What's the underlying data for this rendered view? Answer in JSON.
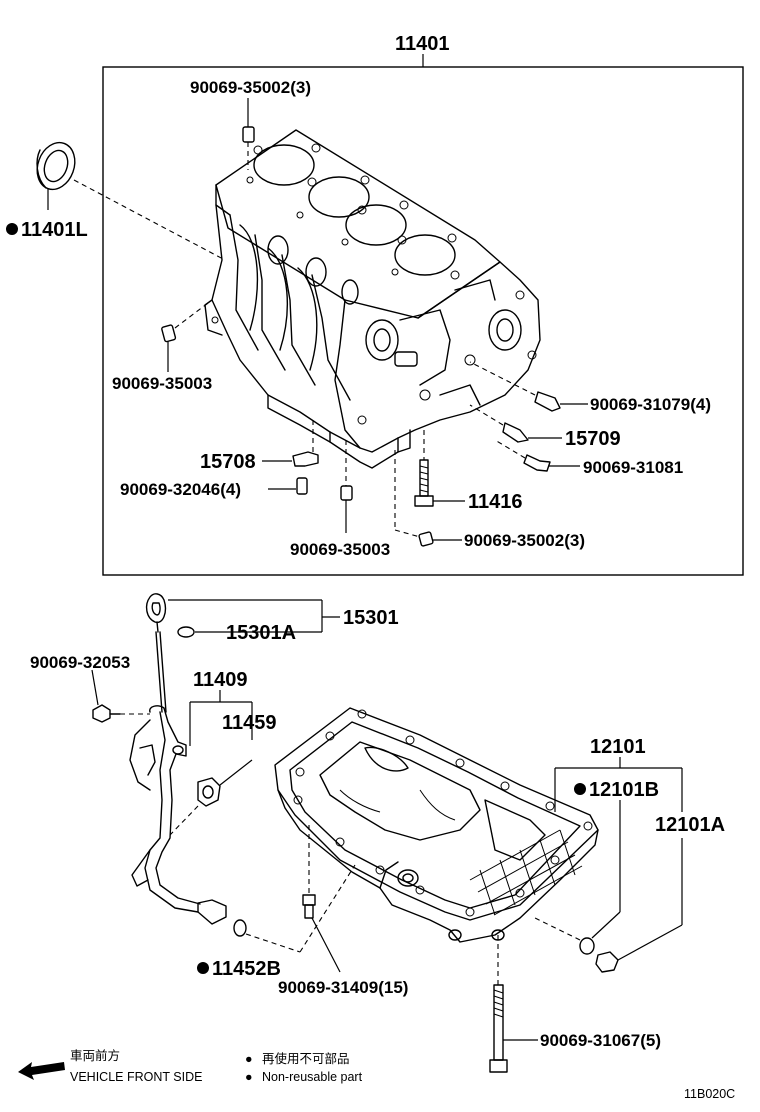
{
  "assembly": {
    "main_number": "11401",
    "parts": {
      "p_90069_35002_top": "90069-35002(3)",
      "p_11401L": "11401L",
      "p_90069_35003_left": "90069-35003",
      "p_90069_31079": "90069-31079(4)",
      "p_15709": "15709",
      "p_15708": "15708",
      "p_90069_31081": "90069-31081",
      "p_90069_32046": "90069-32046(4)",
      "p_11416": "11416",
      "p_90069_35002_bottom": "90069-35002(3)",
      "p_90069_35003_bottom": "90069-35003",
      "p_15301": "15301",
      "p_15301A": "15301A",
      "p_90069_32053": "90069-32053",
      "p_11409": "11409",
      "p_11459": "11459",
      "p_12101": "12101",
      "p_12101B": "12101B",
      "p_12101A": "12101A",
      "p_11452B": "11452B",
      "p_90069_31409": "90069-31409(15)",
      "p_90069_31067": "90069-31067(5)"
    }
  },
  "legend": {
    "front_jp": "車両前方",
    "front_en": "VEHICLE FRONT SIDE",
    "nonreuse_jp": "再使用不可部品",
    "nonreuse_en": "Non-reusable part",
    "bullet": "●"
  },
  "figure_code": "11B020C"
}
